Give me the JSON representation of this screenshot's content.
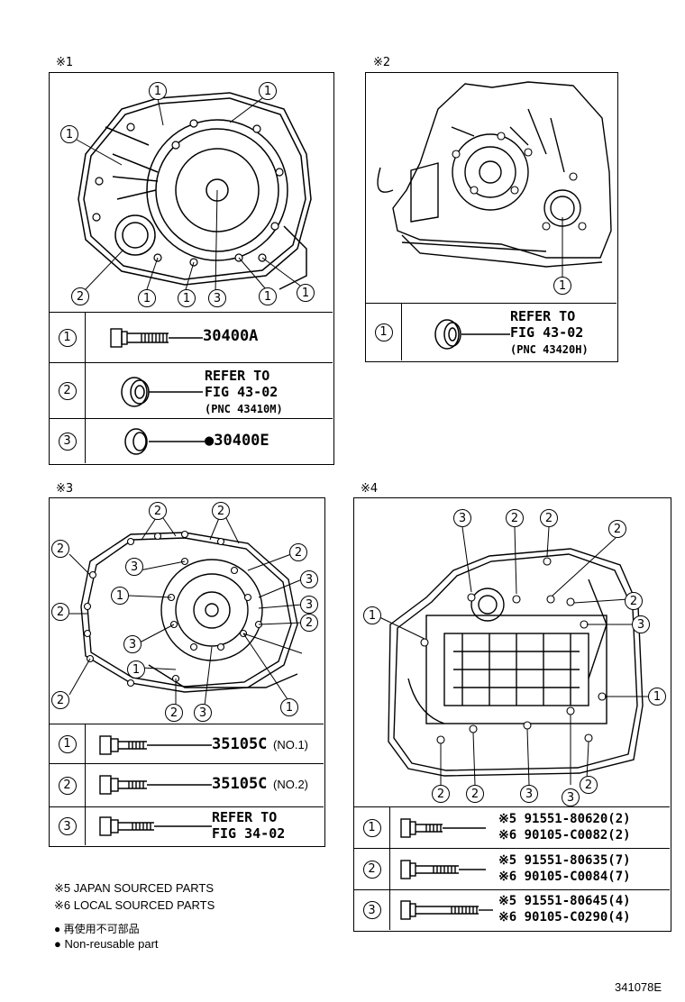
{
  "sections": {
    "s1": {
      "tag": "※1",
      "rows": [
        {
          "num": "1",
          "part": "30400A"
        },
        {
          "num": "2",
          "ref1": "REFER TO",
          "ref2": "FIG 43-02",
          "pnc": "(PNC 43410M)"
        },
        {
          "num": "3",
          "part": "●30400E"
        }
      ],
      "callouts": [
        "1",
        "1",
        "1",
        "2",
        "1",
        "1",
        "3",
        "1",
        "1"
      ]
    },
    "s2": {
      "tag": "※2",
      "rows": [
        {
          "num": "1",
          "ref1": "REFER TO",
          "ref2": "FIG 43-02",
          "pnc": "(PNC 43420H)"
        }
      ],
      "callouts": [
        "1"
      ]
    },
    "s3": {
      "tag": "※3",
      "rows": [
        {
          "num": "1",
          "part": "35105C",
          "suffix": "(NO.1)"
        },
        {
          "num": "2",
          "part": "35105C",
          "suffix": "(NO.2)"
        },
        {
          "num": "3",
          "ref1": "REFER TO",
          "ref2": "FIG 34-02"
        }
      ],
      "callouts": [
        "2",
        "2",
        "2",
        "2",
        "2",
        "3",
        "1",
        "3",
        "2",
        "3",
        "3",
        "2",
        "1",
        "2",
        "3",
        "1"
      ]
    },
    "s4": {
      "tag": "※4",
      "rows": [
        {
          "num": "1",
          "l1": "※5 91551-80620(2)",
          "l2": "※6 90105-C0082(2)"
        },
        {
          "num": "2",
          "l1": "※5 91551-80635(7)",
          "l2": "※6 90105-C0084(7)"
        },
        {
          "num": "3",
          "l1": "※5 91551-80645(4)",
          "l2": "※6 90105-C0290(4)"
        }
      ],
      "callouts": [
        "3",
        "2",
        "2",
        "2",
        "1",
        "2",
        "3",
        "1",
        "2",
        "2",
        "3",
        "3",
        "2"
      ]
    }
  },
  "notes": {
    "n5": "※5 JAPAN SOURCED PARTS",
    "n6": "※6 LOCAL SOURCED PARTS",
    "jp": "● 再使用不可部品",
    "en": "● Non-reusable part"
  },
  "figure_code": "341078E"
}
